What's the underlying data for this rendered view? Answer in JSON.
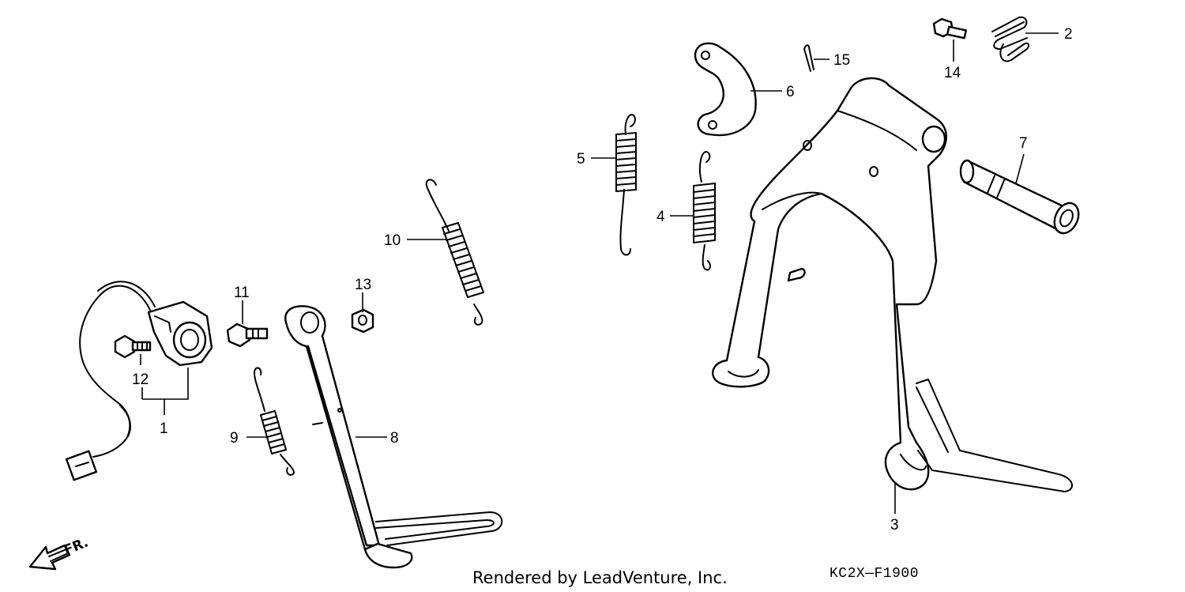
{
  "callouts": {
    "c1": "1",
    "c2": "2",
    "c3": "3",
    "c4": "4",
    "c5": "5",
    "c6": "6",
    "c7": "7",
    "c8": "8",
    "c9": "9",
    "c10": "10",
    "c11": "11",
    "c12": "12",
    "c13": "13",
    "c14": "14",
    "c15": "15"
  },
  "direction_label": "FR.",
  "footer": {
    "rendered_by": "Rendered by LeadVenture, Inc.",
    "diagram_code": "KC2X—F1900"
  },
  "icons": {
    "front_arrow": "arrow-front-icon",
    "spring": "spring-icon"
  }
}
